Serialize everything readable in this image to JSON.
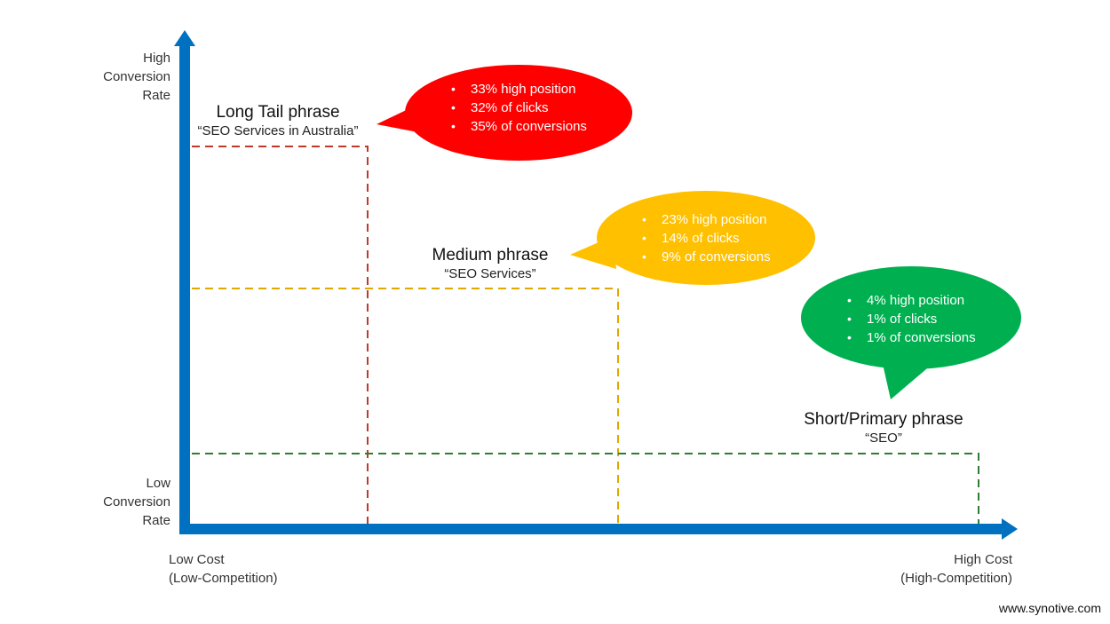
{
  "axes": {
    "y_high": [
      "High",
      "Conversion",
      "Rate"
    ],
    "y_low": [
      "Low",
      "Conversion",
      "Rate"
    ],
    "x_low": [
      "Low Cost",
      "(Low-Competition)"
    ],
    "x_high": [
      "High Cost",
      "(High-Competition)"
    ]
  },
  "phrases": [
    {
      "title": "Long Tail phrase",
      "example": "“SEO Services in Australia”",
      "color": "#c0392b",
      "bubble_color": "#ff0000",
      "stats": [
        "33% high position",
        "32% of clicks",
        "35% of conversions"
      ]
    },
    {
      "title": "Medium phrase",
      "example": "“SEO Services”",
      "color": "#e0a800",
      "bubble_color": "#ffc000",
      "stats": [
        "23% high position",
        "14% of clicks",
        "9% of conversions"
      ]
    },
    {
      "title": "Short/Primary phrase",
      "example": "“SEO”",
      "color": "#2e7d32",
      "bubble_color": "#00b050",
      "stats": [
        "4% high position",
        "1% of clicks",
        "1% of conversions"
      ]
    }
  ],
  "axis_color": "#0070c0",
  "watermark": "www.synotive.com"
}
